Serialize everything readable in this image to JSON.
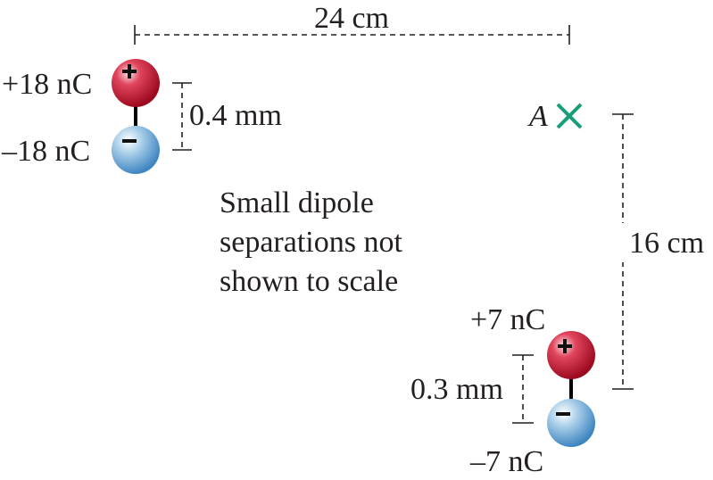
{
  "horizontal_distance": "24 cm",
  "vertical_distance": "16 cm",
  "point_label": "A",
  "point_marker": "green-x-mark",
  "note": [
    "Small dipole",
    "separations not",
    "shown to scale"
  ],
  "dipole_left": {
    "positive_charge": "+18 nC",
    "negative_charge": "–18 nC",
    "separation": "0.4 mm"
  },
  "dipole_right": {
    "positive_charge": "+7 nC",
    "negative_charge": "–7 nC",
    "separation": "0.3 mm"
  },
  "colors": {
    "positive": "#c8102e",
    "negative": "#4a90c8",
    "marker": "#1a9e7a",
    "ink": "#231f20"
  }
}
